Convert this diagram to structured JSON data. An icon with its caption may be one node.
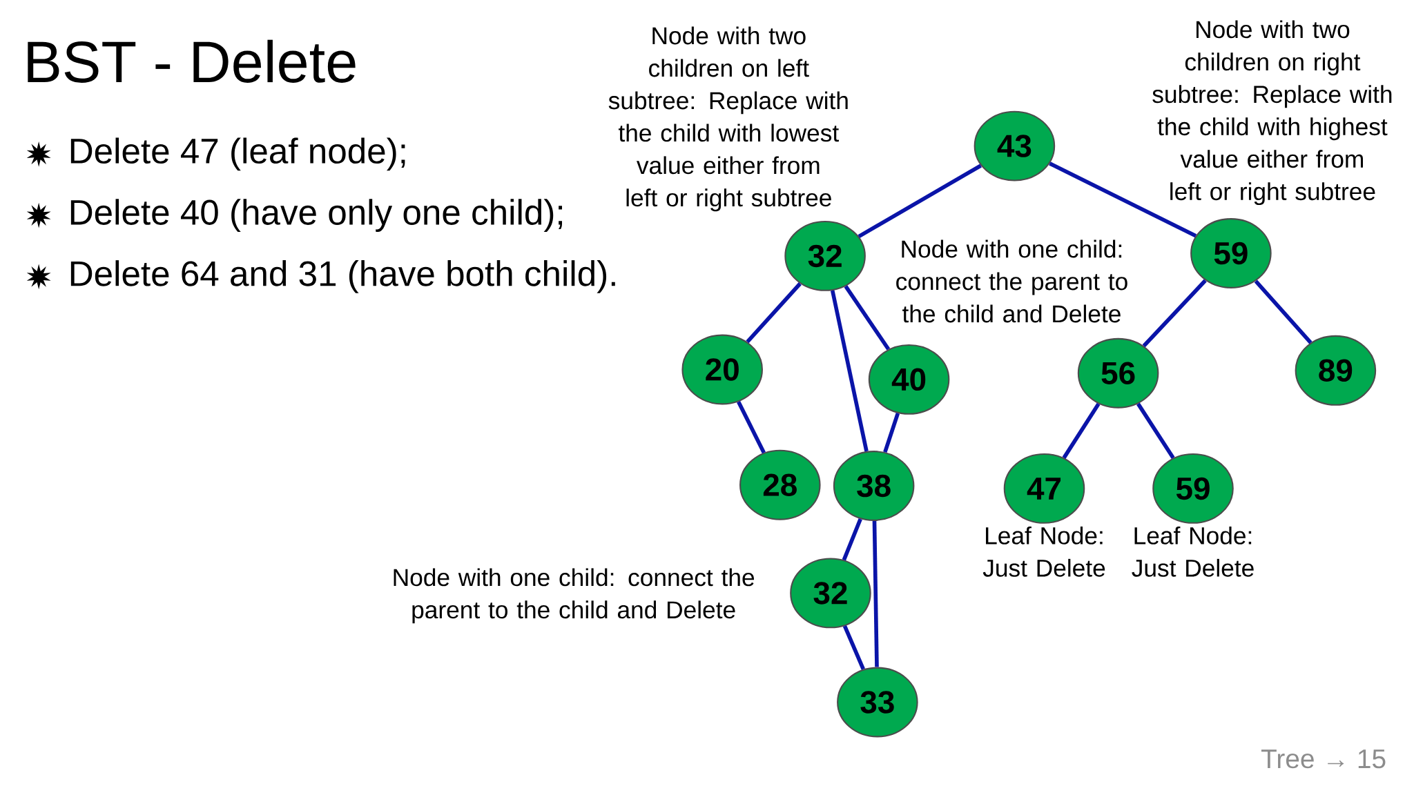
{
  "diagram": {
    "title": "BST - Delete",
    "nodes": [
      {
        "text": [
          "43"
        ]
      },
      {
        "text": [
          "32"
        ]
      },
      {
        "text": [
          "59"
        ]
      },
      {
        "text": [
          "20"
        ]
      },
      {
        "text": [
          "40"
        ]
      },
      {
        "text": [
          "56"
        ]
      },
      {
        "text": [
          "89"
        ]
      },
      {
        "text": [
          "28"
        ]
      },
      {
        "text": [
          "38"
        ]
      },
      {
        "text": [
          "47"
        ]
      },
      {
        "text": [
          "59"
        ]
      },
      {
        "text": [
          "32"
        ]
      },
      {
        "text": [
          "33"
        ]
      }
    ],
    "edges": [
      {
        "from": 0,
        "to": 1,
        "arrow": "none"
      },
      {
        "from": 0,
        "to": 2,
        "arrow": "none"
      },
      {
        "from": 1,
        "to": 3,
        "arrow": "none"
      },
      {
        "from": 1,
        "to": 8,
        "arrow": "none"
      },
      {
        "from": 1,
        "to": 4,
        "arrow": "none"
      },
      {
        "from": 2,
        "to": 5,
        "arrow": "none"
      },
      {
        "from": 2,
        "to": 6,
        "arrow": "none"
      },
      {
        "from": 3,
        "to": 7,
        "arrow": "none"
      },
      {
        "from": 4,
        "to": 8,
        "arrow": "none"
      },
      {
        "from": 5,
        "to": 9,
        "arrow": "none"
      },
      {
        "from": 5,
        "to": 10,
        "arrow": "none"
      },
      {
        "from": 8,
        "to": 11,
        "arrow": "none"
      },
      {
        "from": 8,
        "to": 12,
        "arrow": "none"
      },
      {
        "from": 11,
        "to": 12,
        "arrow": "none"
      }
    ],
    "labels": [
      "Delete 47 (leaf node);",
      "Delete 40 (have only one child);",
      "Delete 64 and 31 (have both child).",
      "Node with two children on left subtree: Replace with the child with lowest value either from left or right subtree",
      "Node with two children on right subtree: Replace with the child with highest value either from left or right subtree",
      "Node with one child: connect the parent to the child and Delete",
      "Node with one child: connect the parent to the child and Delete",
      "Leaf Node: Just Delete",
      "Leaf Node: Just Delete",
      "Tree → 15"
    ]
  }
}
